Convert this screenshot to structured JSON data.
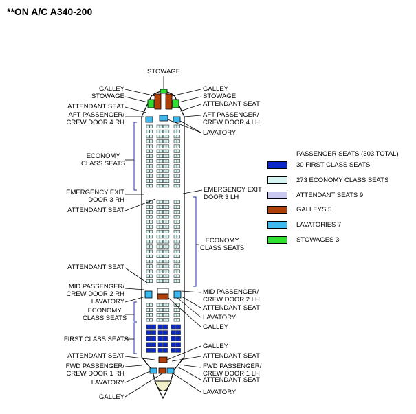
{
  "title": "**ON A/C A340-200",
  "labels": {
    "stowage_top": "STOWAGE",
    "galley_top_left": "GALLEY",
    "stowage_top_left": "STOWAGE",
    "attendant_top_left": "ATTENDANT SEAT",
    "aft_door_rh_1": "AFT PASSENGER/",
    "aft_door_rh_2": "CREW DOOR 4 RH",
    "galley_top_right": "GALLEY",
    "stowage_top_right": "STOWAGE",
    "attendant_top_right": "ATTENDANT SEAT",
    "aft_door_lh_1": "AFT PASSENGER/",
    "aft_door_lh_2": "CREW DOOR 4 LH",
    "lavatory_aft": "LAVATORY",
    "economy_aft_1": "ECONOMY",
    "economy_aft_2": "CLASS SEATS",
    "emerg_rh_1": "EMERGENCY EXIT",
    "emerg_rh_2": "DOOR 3 RH",
    "attendant_emerg": "ATTENDANT SEAT",
    "emerg_lh_1": "EMERGENCY EXIT",
    "emerg_lh_2": "DOOR 3 LH",
    "economy_mid_1": "ECONOMY",
    "economy_mid_2": "CLASS SEATS",
    "attendant_mid_left": "ATTENDANT SEAT",
    "mid_door_rh_1": "MID PASSENGER/",
    "mid_door_rh_2": "CREW DOOR 2 RH",
    "lavatory_mid_left": "LAVATORY",
    "economy_fwd_1": "ECONOMY",
    "economy_fwd_2": "CLASS SEATS",
    "mid_door_lh_1": "MID PASSENGER/",
    "mid_door_lh_2": "CREW DOOR 2 LH",
    "attendant_mid_right": "ATTENDANT SEAT",
    "lavatory_mid_right": "LAVATORY",
    "galley_mid_right": "GALLEY",
    "first_class": "FIRST CLASS SEATS",
    "galley_fwd_right": "GALLEY",
    "attendant_fwd_left": "ATTENDANT SEAT",
    "fwd_door_rh_1": "FWD PASSENGER/",
    "fwd_door_rh_2": "CREW DOOR 1 RH",
    "lavatory_fwd_left": "LAVATORY",
    "galley_fwd_left": "GALLEY",
    "attendant_fwd_right": "ATTENDANT SEAT",
    "fwd_door_lh_1": "FWD PASSENGER/",
    "fwd_door_lh_2": "CREW DOOR 1 LH",
    "attendant_fwd_right2": "ATTENDANT SEAT",
    "lavatory_fwd_right": "LAVATORY"
  },
  "legend": {
    "header": "PASSENGER SEATS (303 TOTAL)",
    "items": [
      {
        "label": "30 FIRST CLASS SEATS",
        "color": "#0a28c8"
      },
      {
        "label": "273 ECONOMY CLASS SEATS",
        "color": "#d6f5f2"
      },
      {
        "label": "ATTENDANT SEATS 9",
        "color": "#c8c8f0"
      },
      {
        "label": "GALLEYS 5",
        "color": "#b0400a"
      },
      {
        "label": "LAVATORIES 7",
        "color": "#3cbaf0"
      },
      {
        "label": "STOWAGES 3",
        "color": "#30e030"
      }
    ]
  }
}
